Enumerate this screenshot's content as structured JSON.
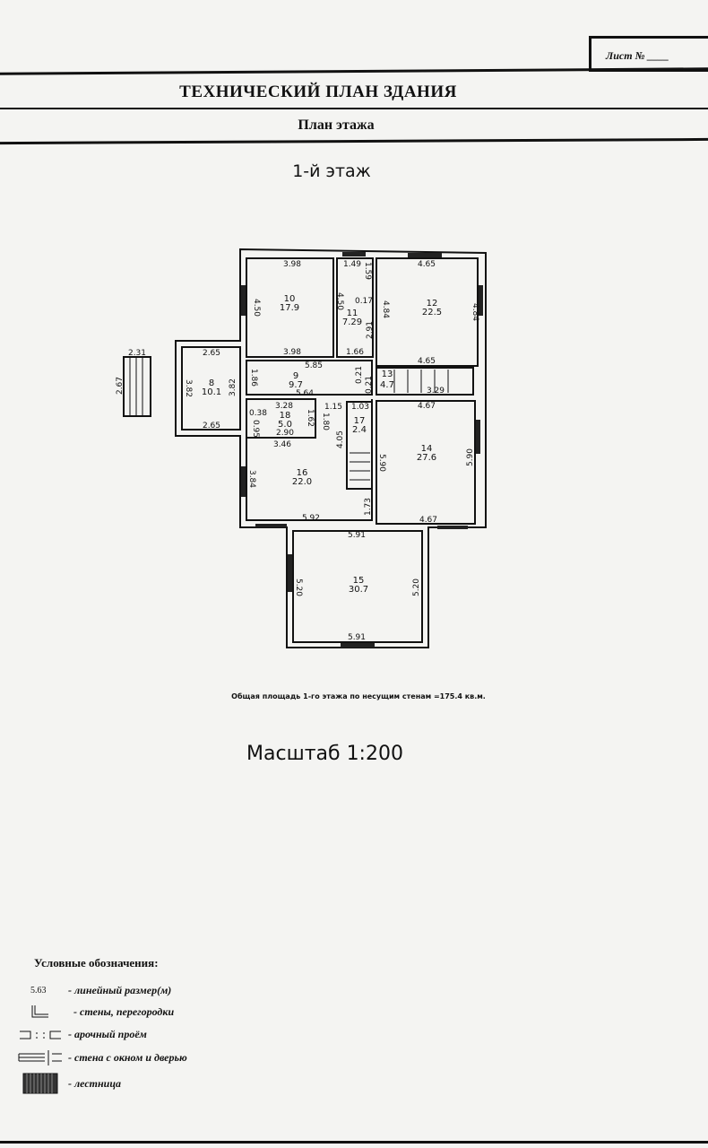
{
  "header": {
    "sheet_label": "Лист № ____",
    "title": "ТЕХНИЧЕСКИЙ ПЛАН ЗДАНИЯ",
    "subtitle": "План этажа"
  },
  "floor_label": "1-й этаж",
  "rooms": [
    {
      "number": "10",
      "area": "17.9"
    },
    {
      "number": "11",
      "area": "7.29"
    },
    {
      "number": "12",
      "area": "22.5"
    },
    {
      "number": "9",
      "area": "9.7"
    },
    {
      "number": "13",
      "area": "4.7"
    },
    {
      "number": "8",
      "area": "10.1"
    },
    {
      "number": "18",
      "area": "5.0"
    },
    {
      "number": "16",
      "area": "22.0"
    },
    {
      "number": "17",
      "area": "2.4"
    },
    {
      "number": "14",
      "area": "27.6"
    },
    {
      "number": "15",
      "area": "30.7"
    }
  ],
  "dimensions": [
    "3.98",
    "4.50",
    "3.98",
    "1.49",
    "1.59",
    "0.17",
    "4.84",
    "2.91",
    "1.66",
    "4.65",
    "4.84",
    "4.65",
    "5.85",
    "1.86",
    "3.82",
    "0.21",
    "0.21",
    "3.29",
    "2.31",
    "2.67",
    "2.65",
    "3.82",
    "2.65",
    "5.64",
    "3.28",
    "0.38",
    "1.62",
    "0.95",
    "2.90",
    "3.46",
    "1.15",
    "1.80",
    "1.03",
    "4.05",
    "4.67",
    "5.90",
    "5.90",
    "3.84",
    "1.73",
    "5.92",
    "4.67",
    "5.91",
    "5.20",
    "5.20",
    "5.91",
    "4.50"
  ],
  "total_area_note": "Общая площадь 1-го этажа по несущим стенам =175.4 кв.м.",
  "scale_label": "Масштаб 1:200",
  "legend": {
    "title": "Условные обозначения:",
    "sample_dimension": "5.63",
    "items": [
      "- линейный размер(м)",
      "- стены, перегородки",
      "- арочный проём",
      "- стена с окном и дверью",
      "- лестница"
    ]
  }
}
